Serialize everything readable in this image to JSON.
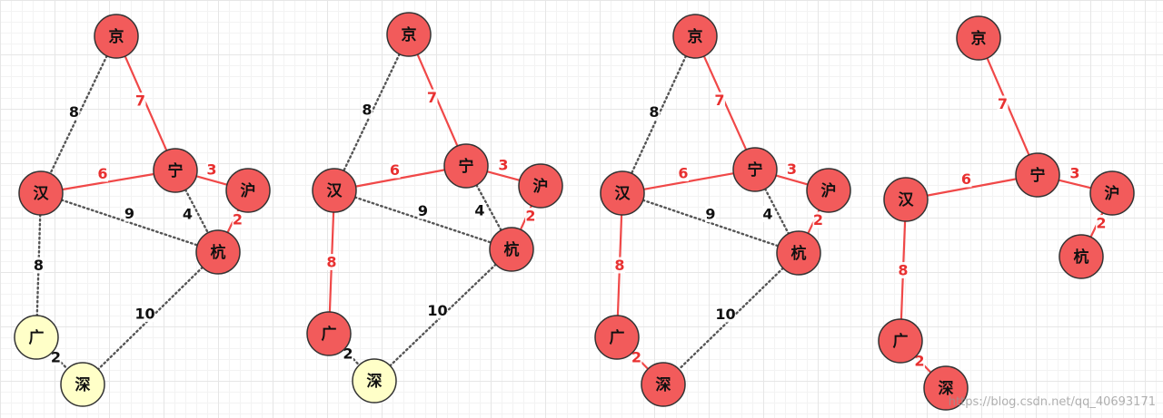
{
  "colors": {
    "node_red": "#f25b5b",
    "node_yellow": "#ffffc8",
    "edge_red": "#f04848",
    "edge_dotted": "#555555",
    "text_red": "#e83030",
    "text_dark": "#111111",
    "node_stroke": "#333333"
  },
  "watermark": "https://blog.csdn.net/qq_40693171",
  "graphs": [
    {
      "nodes": [
        {
          "id": "jing",
          "label": "京",
          "state": "selected"
        },
        {
          "id": "ning",
          "label": "宁",
          "state": "selected"
        },
        {
          "id": "hu",
          "label": "沪",
          "state": "selected"
        },
        {
          "id": "han",
          "label": "汉",
          "state": "selected"
        },
        {
          "id": "hang",
          "label": "杭",
          "state": "selected"
        },
        {
          "id": "guang",
          "label": "广",
          "state": "unselected"
        },
        {
          "id": "shen",
          "label": "深",
          "state": "unselected"
        }
      ],
      "edges": [
        {
          "from": "jing",
          "to": "han",
          "weight": "8",
          "style": "dotted"
        },
        {
          "from": "jing",
          "to": "ning",
          "weight": "7",
          "style": "solid"
        },
        {
          "from": "han",
          "to": "ning",
          "weight": "6",
          "style": "solid"
        },
        {
          "from": "ning",
          "to": "hu",
          "weight": "3",
          "style": "solid"
        },
        {
          "from": "ning",
          "to": "hang",
          "weight": "4",
          "style": "dotted"
        },
        {
          "from": "hu",
          "to": "hang",
          "weight": "2",
          "style": "solid"
        },
        {
          "from": "han",
          "to": "hang",
          "weight": "9",
          "style": "dotted"
        },
        {
          "from": "han",
          "to": "guang",
          "weight": "8",
          "style": "dotted"
        },
        {
          "from": "hang",
          "to": "shen",
          "weight": "10",
          "style": "dotted"
        },
        {
          "from": "guang",
          "to": "shen",
          "weight": "2",
          "style": "dotted"
        }
      ]
    },
    {
      "nodes": [
        {
          "id": "jing",
          "label": "京",
          "state": "selected"
        },
        {
          "id": "ning",
          "label": "宁",
          "state": "selected"
        },
        {
          "id": "hu",
          "label": "沪",
          "state": "selected"
        },
        {
          "id": "han",
          "label": "汉",
          "state": "selected"
        },
        {
          "id": "hang",
          "label": "杭",
          "state": "selected"
        },
        {
          "id": "guang",
          "label": "广",
          "state": "selected"
        },
        {
          "id": "shen",
          "label": "深",
          "state": "unselected"
        }
      ],
      "edges": [
        {
          "from": "jing",
          "to": "han",
          "weight": "8",
          "style": "dotted"
        },
        {
          "from": "jing",
          "to": "ning",
          "weight": "7",
          "style": "solid"
        },
        {
          "from": "han",
          "to": "ning",
          "weight": "6",
          "style": "solid"
        },
        {
          "from": "ning",
          "to": "hu",
          "weight": "3",
          "style": "solid"
        },
        {
          "from": "ning",
          "to": "hang",
          "weight": "4",
          "style": "dotted"
        },
        {
          "from": "hu",
          "to": "hang",
          "weight": "2",
          "style": "solid"
        },
        {
          "from": "han",
          "to": "hang",
          "weight": "9",
          "style": "dotted"
        },
        {
          "from": "han",
          "to": "guang",
          "weight": "8",
          "style": "solid"
        },
        {
          "from": "hang",
          "to": "shen",
          "weight": "10",
          "style": "dotted"
        },
        {
          "from": "guang",
          "to": "shen",
          "weight": "2",
          "style": "dotted"
        }
      ]
    },
    {
      "nodes": [
        {
          "id": "jing",
          "label": "京",
          "state": "selected"
        },
        {
          "id": "ning",
          "label": "宁",
          "state": "selected"
        },
        {
          "id": "hu",
          "label": "沪",
          "state": "selected"
        },
        {
          "id": "han",
          "label": "汉",
          "state": "selected"
        },
        {
          "id": "hang",
          "label": "杭",
          "state": "selected"
        },
        {
          "id": "guang",
          "label": "广",
          "state": "selected"
        },
        {
          "id": "shen",
          "label": "深",
          "state": "selected"
        }
      ],
      "edges": [
        {
          "from": "jing",
          "to": "han",
          "weight": "8",
          "style": "dotted"
        },
        {
          "from": "jing",
          "to": "ning",
          "weight": "7",
          "style": "solid"
        },
        {
          "from": "han",
          "to": "ning",
          "weight": "6",
          "style": "solid"
        },
        {
          "from": "ning",
          "to": "hu",
          "weight": "3",
          "style": "solid"
        },
        {
          "from": "ning",
          "to": "hang",
          "weight": "4",
          "style": "dotted"
        },
        {
          "from": "hu",
          "to": "hang",
          "weight": "2",
          "style": "solid"
        },
        {
          "from": "han",
          "to": "hang",
          "weight": "9",
          "style": "dotted"
        },
        {
          "from": "han",
          "to": "guang",
          "weight": "8",
          "style": "solid"
        },
        {
          "from": "hang",
          "to": "shen",
          "weight": "10",
          "style": "dotted"
        },
        {
          "from": "guang",
          "to": "shen",
          "weight": "2",
          "style": "solid"
        }
      ]
    },
    {
      "nodes": [
        {
          "id": "jing",
          "label": "京",
          "state": "selected"
        },
        {
          "id": "ning",
          "label": "宁",
          "state": "selected"
        },
        {
          "id": "hu",
          "label": "沪",
          "state": "selected"
        },
        {
          "id": "han",
          "label": "汉",
          "state": "selected"
        },
        {
          "id": "hang",
          "label": "杭",
          "state": "selected"
        },
        {
          "id": "guang",
          "label": "广",
          "state": "selected"
        },
        {
          "id": "shen",
          "label": "深",
          "state": "selected"
        }
      ],
      "edges": [
        {
          "from": "jing",
          "to": "ning",
          "weight": "7",
          "style": "solid"
        },
        {
          "from": "han",
          "to": "ning",
          "weight": "6",
          "style": "solid"
        },
        {
          "from": "ning",
          "to": "hu",
          "weight": "3",
          "style": "solid"
        },
        {
          "from": "hu",
          "to": "hang",
          "weight": "2",
          "style": "solid"
        },
        {
          "from": "han",
          "to": "guang",
          "weight": "8",
          "style": "solid"
        },
        {
          "from": "guang",
          "to": "shen",
          "weight": "2",
          "style": "solid"
        }
      ]
    }
  ]
}
